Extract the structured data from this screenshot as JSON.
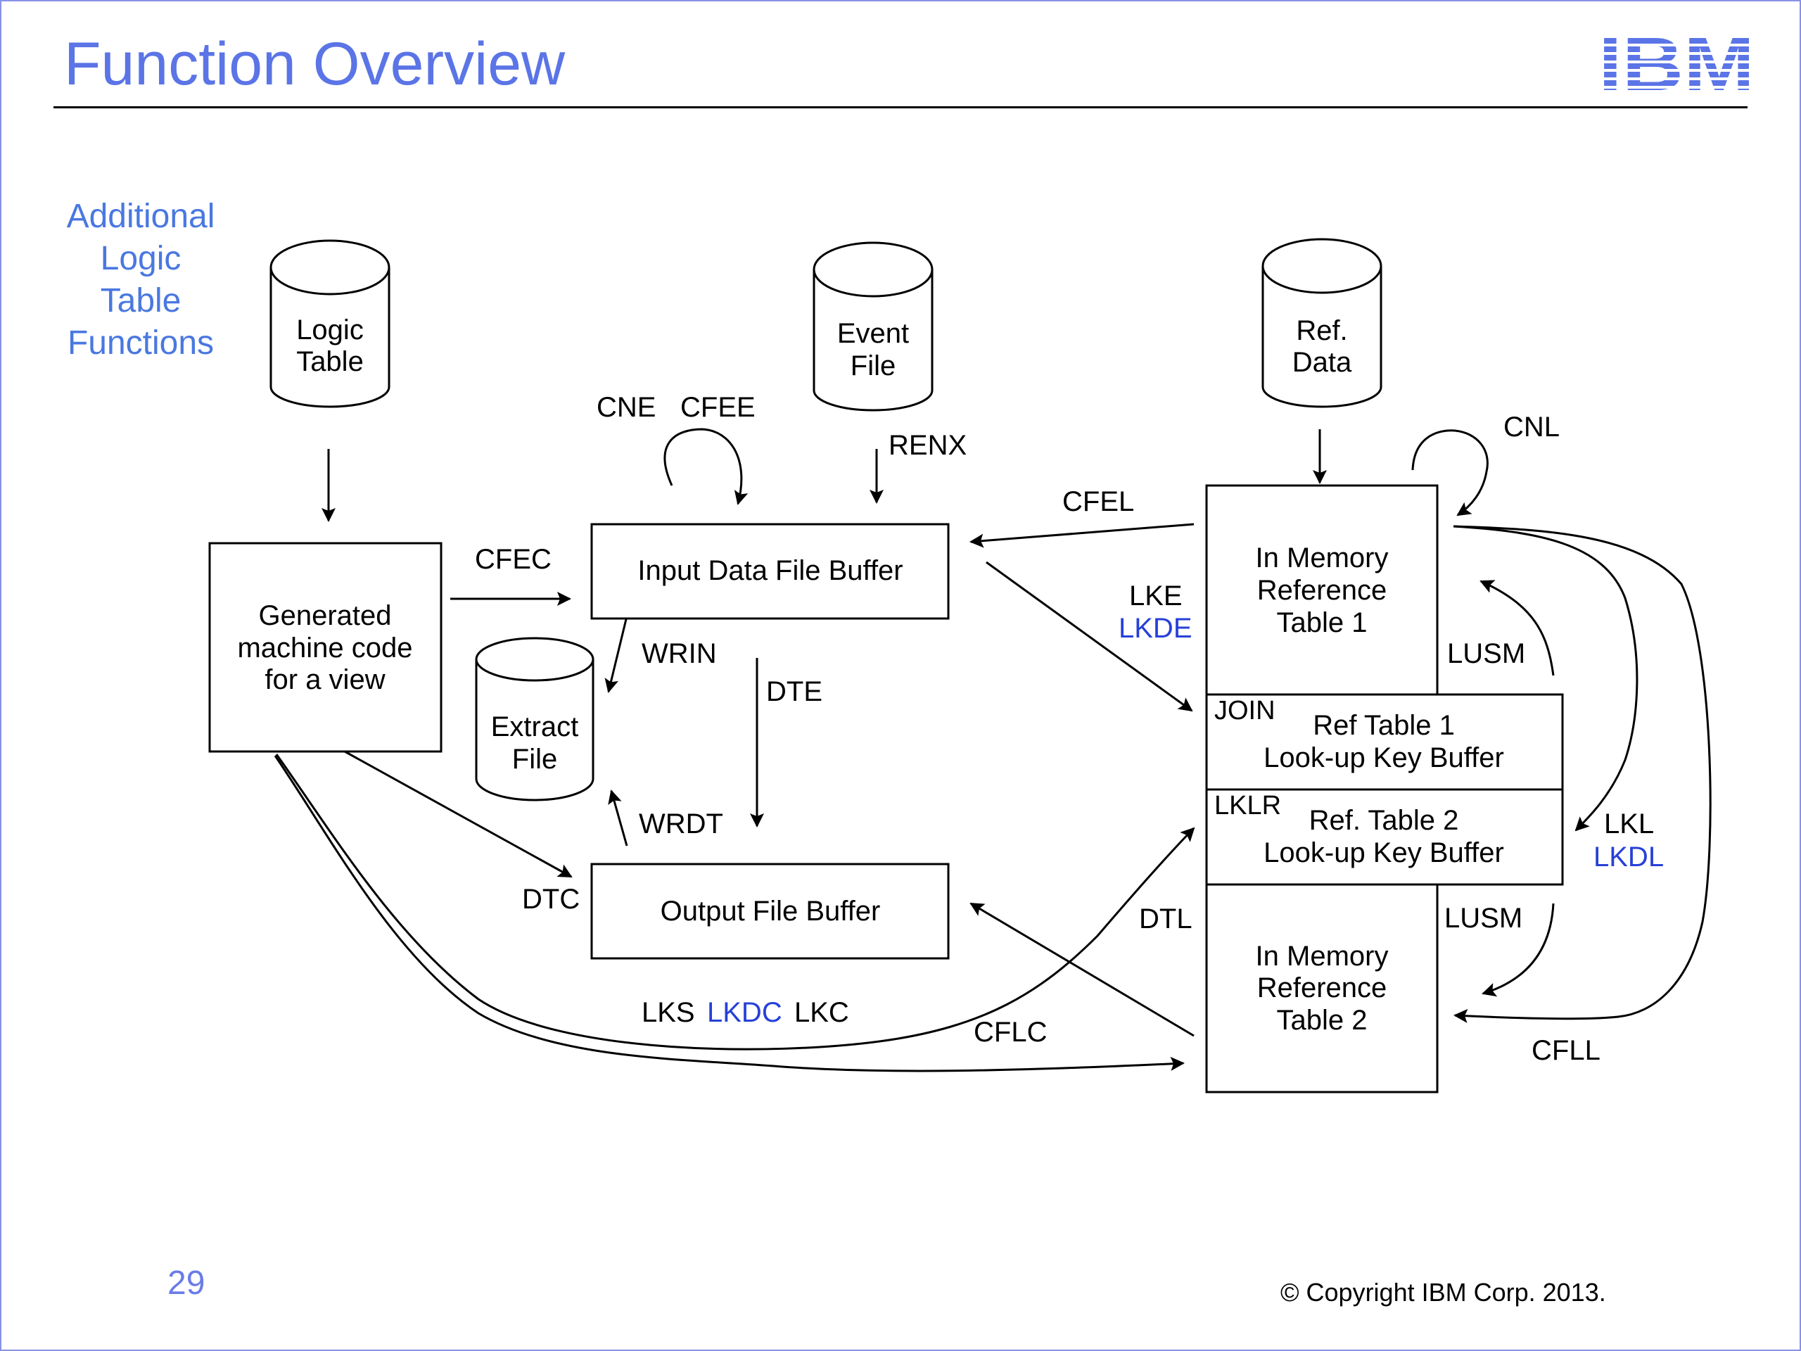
{
  "header": {
    "title": "Function Overview",
    "logo": "IBM"
  },
  "sidebar": {
    "lines": [
      "Additional",
      "Logic",
      "Table",
      "Functions"
    ]
  },
  "footer": {
    "page_number": "29",
    "copyright": "© Copyright IBM Corp. 2013."
  },
  "diagram": {
    "cylinders": {
      "logic_table": [
        "Logic",
        "Table"
      ],
      "event_file": [
        "Event",
        "File"
      ],
      "ref_data": [
        "Ref.",
        "Data"
      ],
      "extract_file": [
        "Extract",
        "File"
      ]
    },
    "boxes": {
      "generated_code": [
        "Generated",
        "machine code",
        "for a view"
      ],
      "input_buffer": "Input Data File Buffer",
      "output_buffer": "Output File Buffer",
      "mem_ref_table_1": [
        "In Memory",
        "Reference",
        "Table 1"
      ],
      "ref_table_1_lookup": [
        "Ref Table 1",
        "Look-up Key Buffer"
      ],
      "ref_table_2_lookup": [
        "Ref. Table 2",
        "Look-up Key Buffer"
      ],
      "mem_ref_table_2": [
        "In Memory",
        "Reference",
        "Table 2"
      ],
      "join_tag": "JOIN",
      "lklr_tag": "LKLR"
    },
    "labels": {
      "cne": "CNE",
      "cfee": "CFEE",
      "renx": "RENX",
      "cnl": "CNL",
      "cfel": "CFEL",
      "cfec": "CFEC",
      "lke": "LKE",
      "lkde": "LKDE",
      "wrin": "WRIN",
      "dte": "DTE",
      "lusm_top": "LUSM",
      "wrdt": "WRDT",
      "dtc": "DTC",
      "lkl": "LKL",
      "lkdl": "LKDL",
      "dtl": "DTL",
      "lusm_bottom": "LUSM",
      "lks": "LKS",
      "lkdc": "LKDC",
      "lkc": "LKC",
      "cflc": "CFLC",
      "cfll": "CFLL"
    },
    "colors": {
      "accent_blue": "#2640d8",
      "title_blue": "#5b74e6"
    }
  }
}
